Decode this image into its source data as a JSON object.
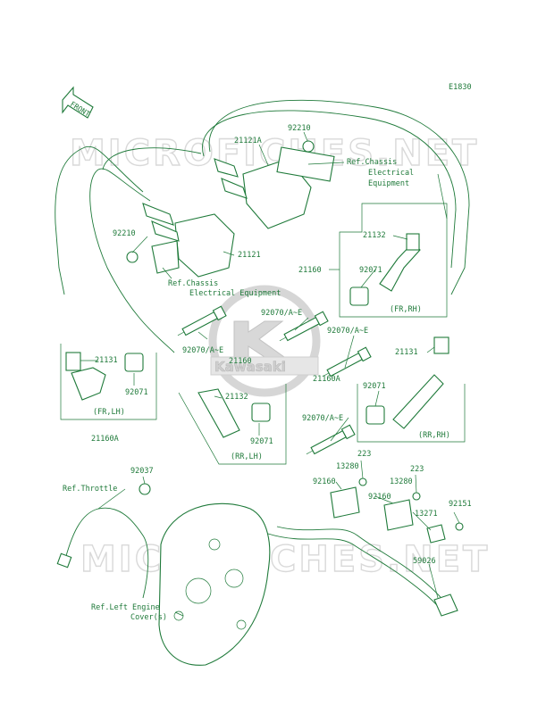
{
  "diagram_code": "E1830",
  "front_label": "FRONT",
  "watermark": "MICROFICHES.NET",
  "brand": "Kawasaki",
  "colors": {
    "line": "#1f7a3a",
    "watermark": "#d9d9d9"
  },
  "labels": {
    "p92210_top": "92210",
    "p21121A": "21121A",
    "ref_chassis_a": "Ref.Chassis",
    "ref_chassis_b": "Electrical",
    "ref_chassis_c": "Equipment",
    "p92210_left": "92210",
    "p21121": "21121",
    "ref_chassis2_a": "Ref.Chassis",
    "ref_chassis2_b": "Electrical Equipment",
    "p21132_rh": "21132",
    "p21160_rh": "21160",
    "p92071_rh": "92071",
    "fr_rh": "(FR,RH)",
    "p92070_ae_1": "92070/A~E",
    "p92070_ae_2": "92070/A~E",
    "p92070_ae_3": "92070/A~E",
    "p92070_ae_4": "92070/A~E",
    "p21131_left": "21131",
    "p92071_left": "92071",
    "fr_lh": "(FR,LH)",
    "p21160A_left": "21160A",
    "p21160_mid": "21160",
    "p21132_mid": "21132",
    "p92071_mid": "92071",
    "rr_lh": "(RR,LH)",
    "p21131_right": "21131",
    "p21160A_right": "21160A",
    "p92071_right": "92071",
    "rr_rh": "(RR,RH)",
    "p92037": "92037",
    "ref_throttle": "Ref.Throttle",
    "p223_a": "223",
    "p13280_a": "13280",
    "p92160_a": "92160",
    "p223_b": "223",
    "p13280_b": "13280",
    "p92160_b": "92160",
    "p13271": "13271",
    "p92151": "92151",
    "p59026": "59026",
    "ref_engine_a": "Ref.Left Engine",
    "ref_engine_b": "Cover(s)"
  }
}
